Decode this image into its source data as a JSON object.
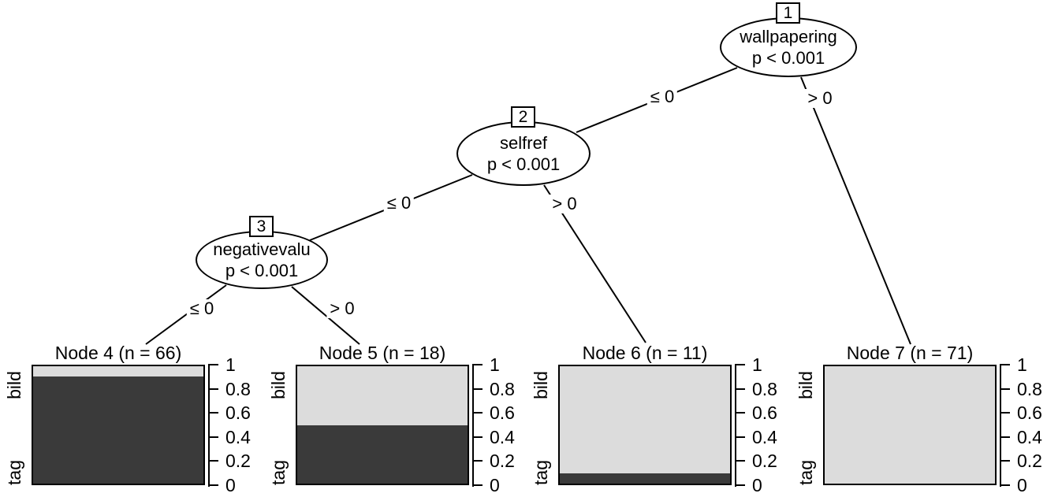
{
  "plot": {
    "background": "#ffffff",
    "text_color": "#000000"
  },
  "tree": {
    "nodes": [
      {
        "id": "1",
        "variable": "wallpapering",
        "pvalue": "p < 0.001"
      },
      {
        "id": "2",
        "variable": "selfref",
        "pvalue": "p < 0.001"
      },
      {
        "id": "3",
        "variable": "negativevalu",
        "pvalue": "p < 0.001"
      }
    ],
    "edges": [
      {
        "from": 1,
        "to": 2,
        "label": "≤ 0"
      },
      {
        "from": 1,
        "to": 7,
        "label": "> 0"
      },
      {
        "from": 2,
        "to": 3,
        "label": "≤ 0"
      },
      {
        "from": 2,
        "to": 6,
        "label": "> 0"
      },
      {
        "from": 3,
        "to": 4,
        "label": "≤ 0"
      },
      {
        "from": 3,
        "to": 5,
        "label": "> 0"
      }
    ]
  },
  "chart_data": {
    "type": "bar",
    "subtype": "conditional-inference-tree-terminal-stacked-bars",
    "class_labels": [
      "tag",
      "bild"
    ],
    "colors": {
      "tag_fill": "#3a3a3a",
      "bild_fill": "#dcdcdc",
      "stroke": "#000000"
    },
    "ylim": [
      0,
      1
    ],
    "yticks": [
      0,
      0.2,
      0.4,
      0.6,
      0.8,
      1
    ],
    "ytick_labels_top_to_bottom": [
      "1",
      "0.8",
      "0.6",
      "0.4",
      "0.2",
      "0"
    ],
    "terminal_nodes": [
      {
        "node": 4,
        "title": "Node 4 (n = 66)",
        "n": 66,
        "proportions": {
          "tag": 0.91,
          "bild": 0.09
        }
      },
      {
        "node": 5,
        "title": "Node 5 (n = 18)",
        "n": 18,
        "proportions": {
          "tag": 0.5,
          "bild": 0.5
        }
      },
      {
        "node": 6,
        "title": "Node 6 (n = 11)",
        "n": 11,
        "proportions": {
          "tag": 0.09,
          "bild": 0.91
        }
      },
      {
        "node": 7,
        "title": "Node 7 (n = 71)",
        "n": 71,
        "proportions": {
          "tag": 0.0,
          "bild": 1.0
        }
      }
    ]
  }
}
